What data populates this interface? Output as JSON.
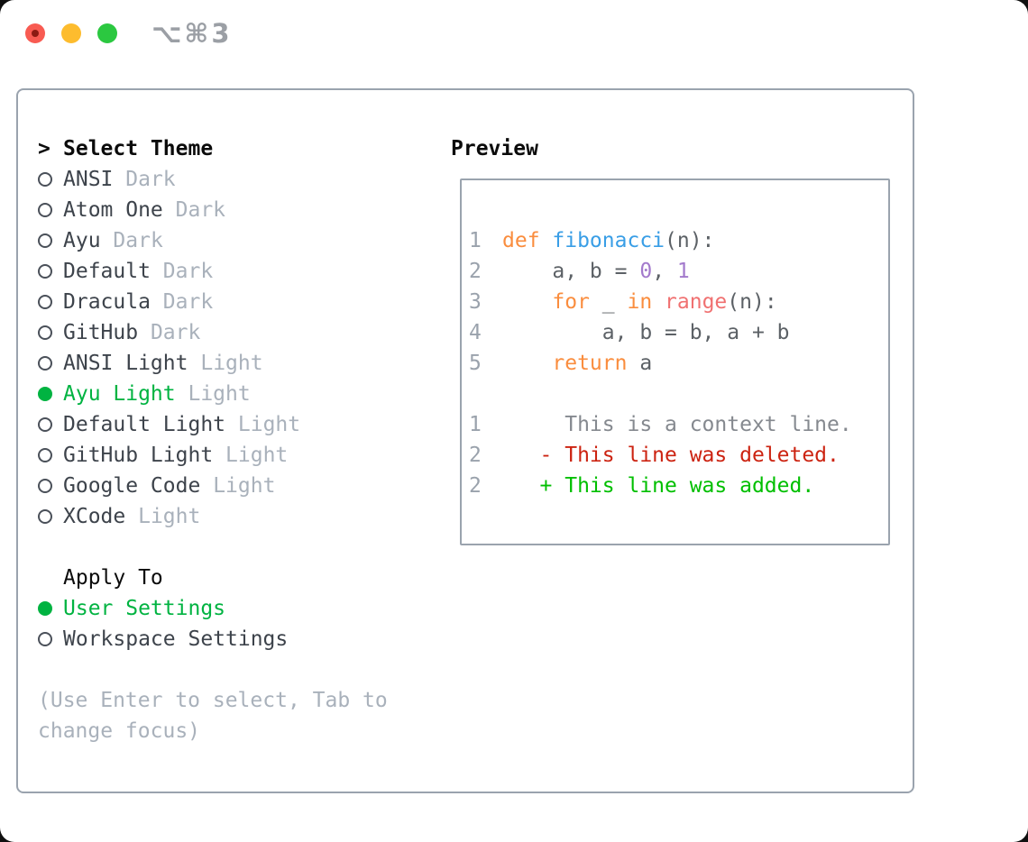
{
  "window": {
    "shortcut_label": "⌥⌘3",
    "traffic_lights": [
      "close",
      "minimize",
      "zoom"
    ]
  },
  "theme_picker": {
    "prompt": ">",
    "title": "Select Theme",
    "items": [
      {
        "name": "ANSI",
        "tag": "Dark",
        "selected": false
      },
      {
        "name": "Atom One",
        "tag": "Dark",
        "selected": false
      },
      {
        "name": "Ayu",
        "tag": "Dark",
        "selected": false
      },
      {
        "name": "Default",
        "tag": "Dark",
        "selected": false
      },
      {
        "name": "Dracula",
        "tag": "Dark",
        "selected": false
      },
      {
        "name": "GitHub",
        "tag": "Dark",
        "selected": false
      },
      {
        "name": "ANSI Light",
        "tag": "Light",
        "selected": false
      },
      {
        "name": "Ayu Light",
        "tag": "Light",
        "selected": true
      },
      {
        "name": "Default Light",
        "tag": "Light",
        "selected": false
      },
      {
        "name": "GitHub Light",
        "tag": "Light",
        "selected": false
      },
      {
        "name": "Google Code",
        "tag": "Light",
        "selected": false
      },
      {
        "name": "XCode",
        "tag": "Light",
        "selected": false
      }
    ]
  },
  "apply_to": {
    "title": "Apply To",
    "options": [
      {
        "name": "User Settings",
        "selected": true
      },
      {
        "name": "Workspace Settings",
        "selected": false
      }
    ]
  },
  "hint": "(Use Enter to select, Tab to change focus)",
  "preview": {
    "title": "Preview",
    "code_lines": [
      {
        "num": "1",
        "tokens": [
          [
            "def ",
            "keyword"
          ],
          [
            "fibonacci",
            "function"
          ],
          [
            "(n):",
            "fg"
          ]
        ]
      },
      {
        "num": "2",
        "tokens": [
          [
            "    a, b = ",
            "fg"
          ],
          [
            "0",
            "number"
          ],
          [
            ", ",
            "fg"
          ],
          [
            "1",
            "number"
          ]
        ]
      },
      {
        "num": "3",
        "tokens": [
          [
            "    ",
            "fg"
          ],
          [
            "for",
            "keyword"
          ],
          [
            " _ ",
            "fg"
          ],
          [
            "in",
            "keyword"
          ],
          [
            " ",
            "fg"
          ],
          [
            "range",
            "special"
          ],
          [
            "(n):",
            "fg"
          ]
        ]
      },
      {
        "num": "4",
        "tokens": [
          [
            "        a, b = b, a + b",
            "fg"
          ]
        ]
      },
      {
        "num": "5",
        "tokens": [
          [
            "    ",
            "fg"
          ],
          [
            "return",
            "keyword"
          ],
          [
            " a",
            "fg"
          ]
        ]
      },
      {
        "num": "",
        "tokens": []
      },
      {
        "num": "1",
        "tokens": [
          [
            "     This is a context line.",
            "context"
          ]
        ]
      },
      {
        "num": "2",
        "tokens": [
          [
            "   - This line was deleted.",
            "deleted"
          ]
        ]
      },
      {
        "num": "2",
        "tokens": [
          [
            "   + This line was added.",
            "added"
          ]
        ]
      }
    ]
  },
  "colors": {
    "accent_green": "#00b341",
    "item_gray": "#3d434b",
    "tag_gray": "#a9b1bb",
    "border_gray": "#9aa3ae",
    "lineno_gray": "#9aa2ac",
    "shortcut_gray": "#9b9fa5",
    "traffic_red": "#f85b52",
    "traffic_red_dot": "#8c1a12",
    "traffic_yellow": "#fdbc2e",
    "traffic_green": "#2bc840",
    "syntax": {
      "keyword": "#fa8d3e",
      "function": "#399ee6",
      "number": "#a37acc",
      "special": "#f07171",
      "fg": "#5c6166",
      "context": "#85898f",
      "deleted": "#cc2311",
      "added": "#00bf00"
    }
  }
}
